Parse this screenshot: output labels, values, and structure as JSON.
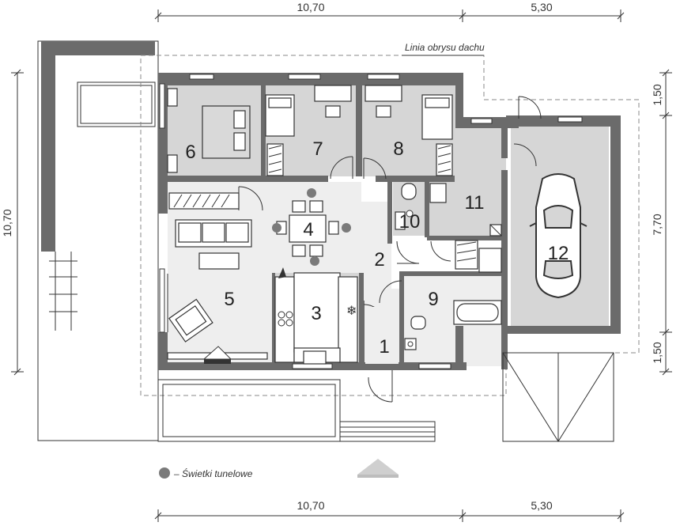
{
  "dimensions": {
    "top_left": "10,70",
    "top_right": "5,30",
    "bottom_left": "10,70",
    "bottom_right": "5,30",
    "left_side": "10,70",
    "right_top": "1,50",
    "right_middle": "7,70",
    "right_bottom": "1,50"
  },
  "roof_outline_label": "Linia obrysu dachu",
  "rooms": [
    "1",
    "2",
    "3",
    "4",
    "5",
    "6",
    "7",
    "8",
    "9",
    "10",
    "11",
    "12"
  ],
  "legend": {
    "text": "– Świetki tunelowe"
  },
  "colors": {
    "wall": "#6b6b6b",
    "floor_grey": "#d6d6d6",
    "floor_light": "#eeeeee",
    "tunnel_light": "#7a7a7a"
  }
}
